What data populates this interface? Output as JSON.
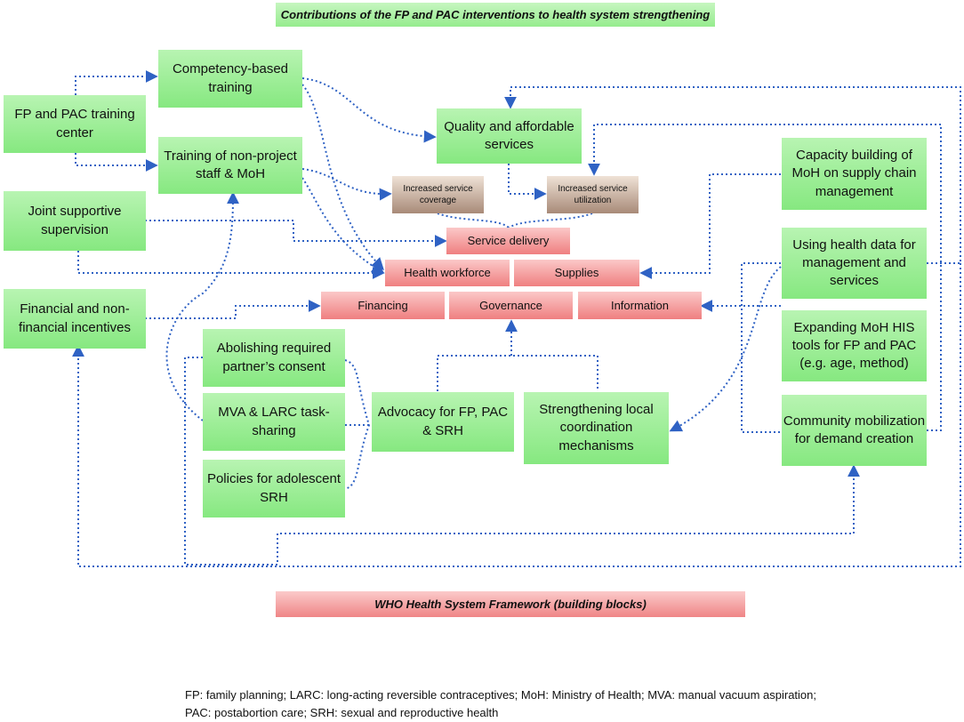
{
  "header_title": "Contributions of the FP and PAC interventions to health system strengthening",
  "footer_title": "WHO Health System Framework (building blocks)",
  "interventions": {
    "fp_pac_training_center": "FP and PAC training center",
    "competency_based_training": "Competency-based training",
    "training_non_project_staff": "Training of non-project staff & MoH",
    "joint_supportive_supervision": "Joint supportive supervision",
    "financial_incentives": "Financial and non-financial incentives",
    "abolishing_partner_consent": "Abolishing required partner’s consent",
    "mva_larc_task_sharing": "MVA & LARC task-sharing",
    "policies_adolescent_srh": "Policies for adolescent SRH",
    "advocacy": "Advocacy for FP, PAC & SRH",
    "strengthening_coordination": "Strengthening local coordination mechanisms",
    "quality_affordable_services": "Quality and affordable services",
    "capacity_building_supply_chain": "Capacity building of MoH on supply chain management",
    "using_health_data": "Using health data for management and services",
    "expanding_his_tools": "Expanding MoH HIS tools for FP and PAC (e.g. age, method)",
    "community_mobilization": "Community mobilization for demand creation"
  },
  "outcomes": {
    "increased_coverage": "Increased service coverage",
    "increased_utilization": "Increased service utilization"
  },
  "building_blocks": {
    "service_delivery": "Service delivery",
    "health_workforce": "Health workforce",
    "supplies": "Supplies",
    "financing": "Financing",
    "governance": "Governance",
    "information": "Information"
  },
  "footnote_line1": "FP: family planning; LARC: long-acting reversible contraceptives; MoH: Ministry of Health; MVA: manual vacuum aspiration;",
  "footnote_line2": "PAC: postabortion care; SRH: sexual and reproductive health",
  "colors": {
    "connector": "#2f62c4",
    "intervention_fill": "#9aee94",
    "building_block_fill": "#f49a9b",
    "outcome_fill": "#c7ad9c"
  }
}
